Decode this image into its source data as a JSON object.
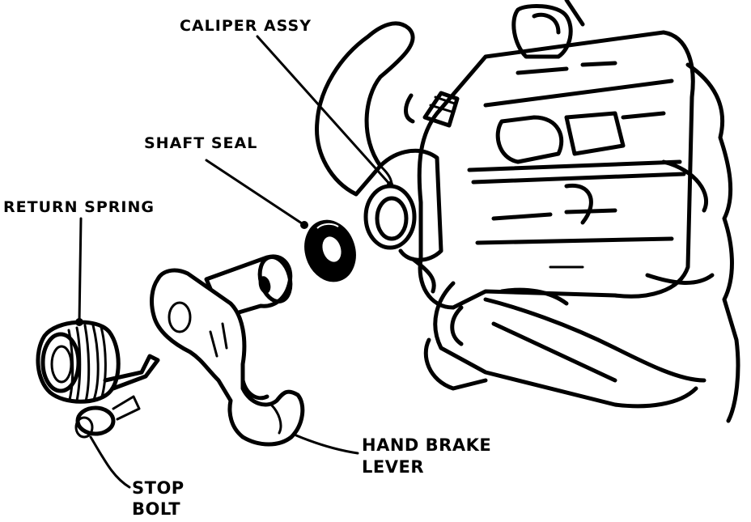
{
  "labels": {
    "caliper_assy": "CALIPER ASSY",
    "shaft_seal": "SHAFT SEAL",
    "return_spring": "RETURN SPRING",
    "hand_brake_lever_line1": "HAND BRAKE",
    "hand_brake_lever_line2": "LEVER",
    "stop_bolt_line1": "STOP",
    "stop_bolt_line2": "BOLT"
  }
}
